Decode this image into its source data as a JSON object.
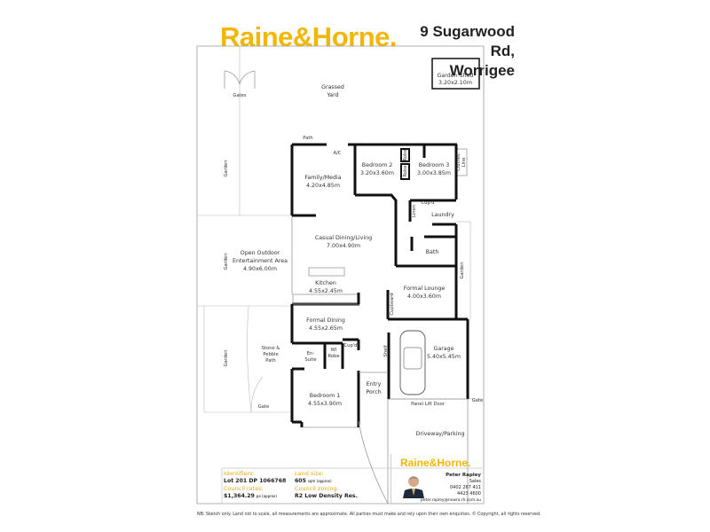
{
  "brand": {
    "logo_text": "Raine&Horne.",
    "color": "#f2b705"
  },
  "address": {
    "line1": "9 Sugarwood Rd,",
    "line2": "Worrigee"
  },
  "plan": {
    "outdoor": {
      "grassed_yard": [
        "Grassed",
        "Yard"
      ],
      "gates": "Gates",
      "garden_shed": {
        "name": "Garden Shed",
        "size": "3.20x2.10m"
      },
      "path": "Path",
      "garden": "Garden",
      "open_outdoor": [
        "Open  Outdoor",
        "Entertainment Area",
        "4.90x6.00m"
      ],
      "stone_path": [
        "Stone &",
        "Pebble",
        "Path"
      ],
      "gate": "Gate",
      "clothes_line": [
        "Clothes",
        "Line"
      ],
      "driveway": "Driveway/Parking",
      "panel_lift_door": "Panel Lift Door"
    },
    "rooms": {
      "ac": "A/C",
      "family": {
        "name": "Family/Media",
        "size": "4.20x4.85m"
      },
      "bedroom2": {
        "name": "Bedroom 2",
        "size": "3.20x3.60m"
      },
      "bedroom3": {
        "name": "Bedroom 3",
        "size": "3.00x3.85m"
      },
      "robe": "Robe",
      "cupd": "Cup'd",
      "linen": "Linen",
      "laundry": "Laundry",
      "casual": {
        "name": "Casual Dining/Living",
        "size": "7.00x4.90m"
      },
      "bath": "Bath",
      "kitchen": {
        "name": "Kitchen",
        "size": "4.55x2.45m"
      },
      "formal_lounge": {
        "name": "Formal Lounge",
        "size": "4.00x3.60m"
      },
      "cupboard": "Cupboard",
      "formal_dining": {
        "name": "Formal Dining",
        "size": "4.55x2.65m"
      },
      "garage": {
        "name": "Garage",
        "size": "5.40x5.45m"
      },
      "shelf": "Shelf",
      "wi_robe": [
        "WI",
        "Robe"
      ],
      "ensuite": [
        "En-",
        "Suite"
      ],
      "entry": [
        "Entry",
        "Porch"
      ],
      "bedroom1": {
        "name": "Bedroom 1",
        "size": "4.55x3.90m"
      }
    }
  },
  "info": {
    "identifiers_label": "Identifiers:",
    "identifiers_value": "Lot  201  DP  1066768",
    "rates_label": "Council rates:",
    "rates_value": "$1,364.29",
    "rates_unit": "pa (approx)",
    "land_label": "Land size:",
    "land_value": "605",
    "land_unit": "sqm (approx)",
    "zoning_label": "Council zoning:",
    "zoning_value": "R2 Low Density Res."
  },
  "agent": {
    "logo_text": "Raine&Horne.",
    "name": "Peter Rapley",
    "role": "Sales",
    "phone1": "0402 267 411",
    "phone2": "4423 4600",
    "email": "peter.rapley@nowra.rh.com.au"
  },
  "disclaimer": "NB: Sketch only. Land not to scale, all measurements are approximate.  All parties must make and rely upon their own enquiries. © Copyright, all rights reserved."
}
